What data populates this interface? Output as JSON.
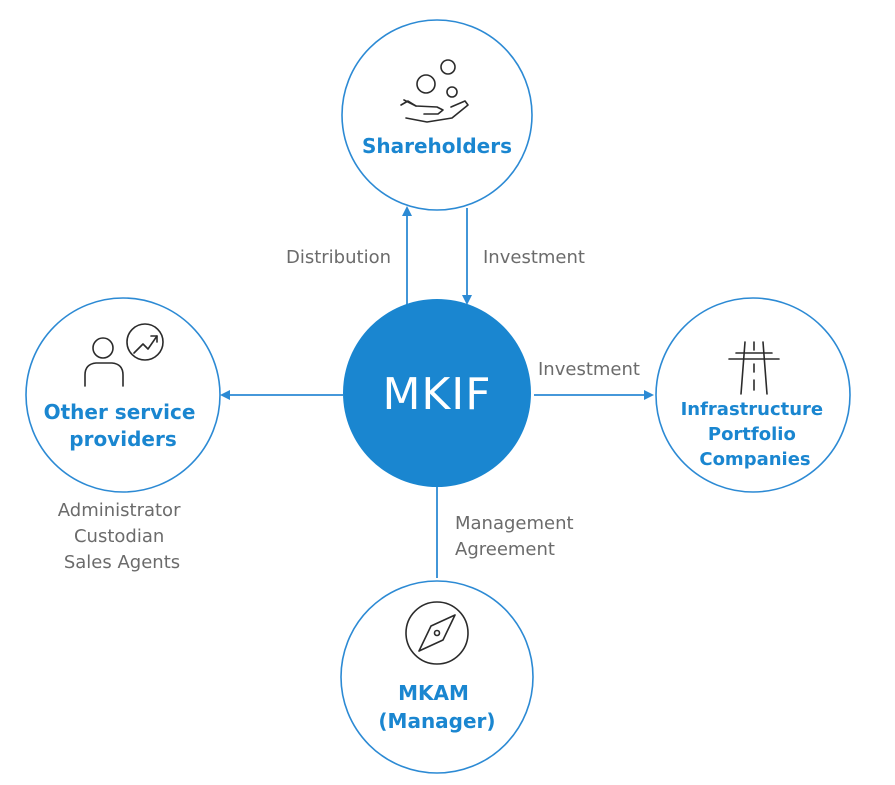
{
  "center": {
    "label": "MKIF",
    "color": "#1a86d0"
  },
  "nodes": {
    "shareholders": {
      "label": "Shareholders",
      "icon": "coins-in-hand-icon"
    },
    "other": {
      "label_lines": [
        "Other service",
        "providers"
      ],
      "icon": "person-growth-icon",
      "note_lines": [
        "Administrator",
        "Custodian",
        "Sales Agents"
      ]
    },
    "infrastructure": {
      "label_lines": [
        "Infrastructure",
        "Portfolio",
        "Companies"
      ],
      "icon": "road-icon"
    },
    "manager": {
      "label_lines": [
        "MKAM",
        "(Manager)"
      ],
      "icon": "compass-icon"
    }
  },
  "edges": {
    "distribution": "Distribution",
    "investment_from_shareholders": "Investment",
    "investment_to_infrastructure": "Investment",
    "management_lines": [
      "Management",
      "Agreement"
    ]
  },
  "colors": {
    "accent": "#1a86d0",
    "ring": "#2c8ad4",
    "text_gray": "#6b6b6b"
  }
}
